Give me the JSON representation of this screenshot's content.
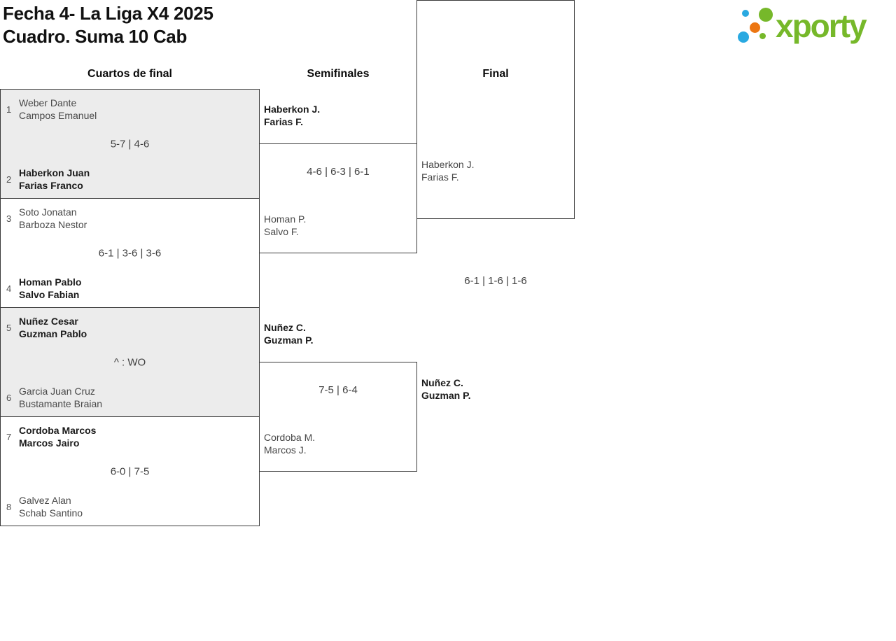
{
  "header": {
    "title_line1": "Fecha 4- La Liga X4 2025",
    "title_line2": "Cuadro. Suma 10 Cab",
    "logo_text": "xporty"
  },
  "colors": {
    "logo-green": "#76b82a",
    "logo-blue": "#29a9e1",
    "logo-orange": "#ec7612",
    "line": "#3a3a3a",
    "shade": "#ececec"
  },
  "rounds": {
    "quarterfinals_label": "Cuartos de final",
    "semifinals_label": "Semifinales",
    "final_label": "Final"
  },
  "bracket": {
    "quarterfinals": [
      {
        "seed_top": "1",
        "team_top": [
          "Weber Dante",
          "Campos Emanuel"
        ],
        "top_winner": false,
        "score": "5-7 | 4-6",
        "seed_bottom": "2",
        "team_bottom": [
          "Haberkon Juan",
          "Farias Franco"
        ],
        "bottom_winner": true,
        "shaded": true
      },
      {
        "seed_top": "3",
        "team_top": [
          "Soto Jonatan",
          "Barboza Nestor"
        ],
        "top_winner": false,
        "score": "6-1 | 3-6 | 3-6",
        "seed_bottom": "4",
        "team_bottom": [
          "Homan Pablo",
          "Salvo Fabian"
        ],
        "bottom_winner": true,
        "shaded": false
      },
      {
        "seed_top": "5",
        "team_top": [
          "Nuñez Cesar",
          "Guzman Pablo"
        ],
        "top_winner": true,
        "score": "^ : WO",
        "seed_bottom": "6",
        "team_bottom": [
          "Garcia Juan Cruz",
          "Bustamante Braian"
        ],
        "bottom_winner": false,
        "shaded": true
      },
      {
        "seed_top": "7",
        "team_top": [
          "Cordoba Marcos",
          "Marcos Jairo"
        ],
        "top_winner": true,
        "score": "6-0 | 7-5",
        "seed_bottom": "8",
        "team_bottom": [
          "Galvez Alan",
          "Schab Santino"
        ],
        "bottom_winner": false,
        "shaded": false
      }
    ],
    "semifinals": [
      {
        "team_top": [
          "Haberkon J.",
          "Farias F."
        ],
        "top_winner": true,
        "score": "4-6 | 6-3 | 6-1",
        "team_bottom": [
          "Homan P.",
          "Salvo F."
        ],
        "bottom_winner": false
      },
      {
        "team_top": [
          "Nuñez C.",
          "Guzman P."
        ],
        "top_winner": true,
        "score": "7-5 | 6-4",
        "team_bottom": [
          "Cordoba M.",
          "Marcos J."
        ],
        "bottom_winner": false
      }
    ],
    "final": {
      "team_top": [
        "Haberkon J.",
        "Farias F."
      ],
      "top_winner": false,
      "score": "6-1 | 1-6 | 1-6",
      "team_bottom": [
        "Nuñez C.",
        "Guzman P."
      ],
      "bottom_winner": true
    }
  }
}
